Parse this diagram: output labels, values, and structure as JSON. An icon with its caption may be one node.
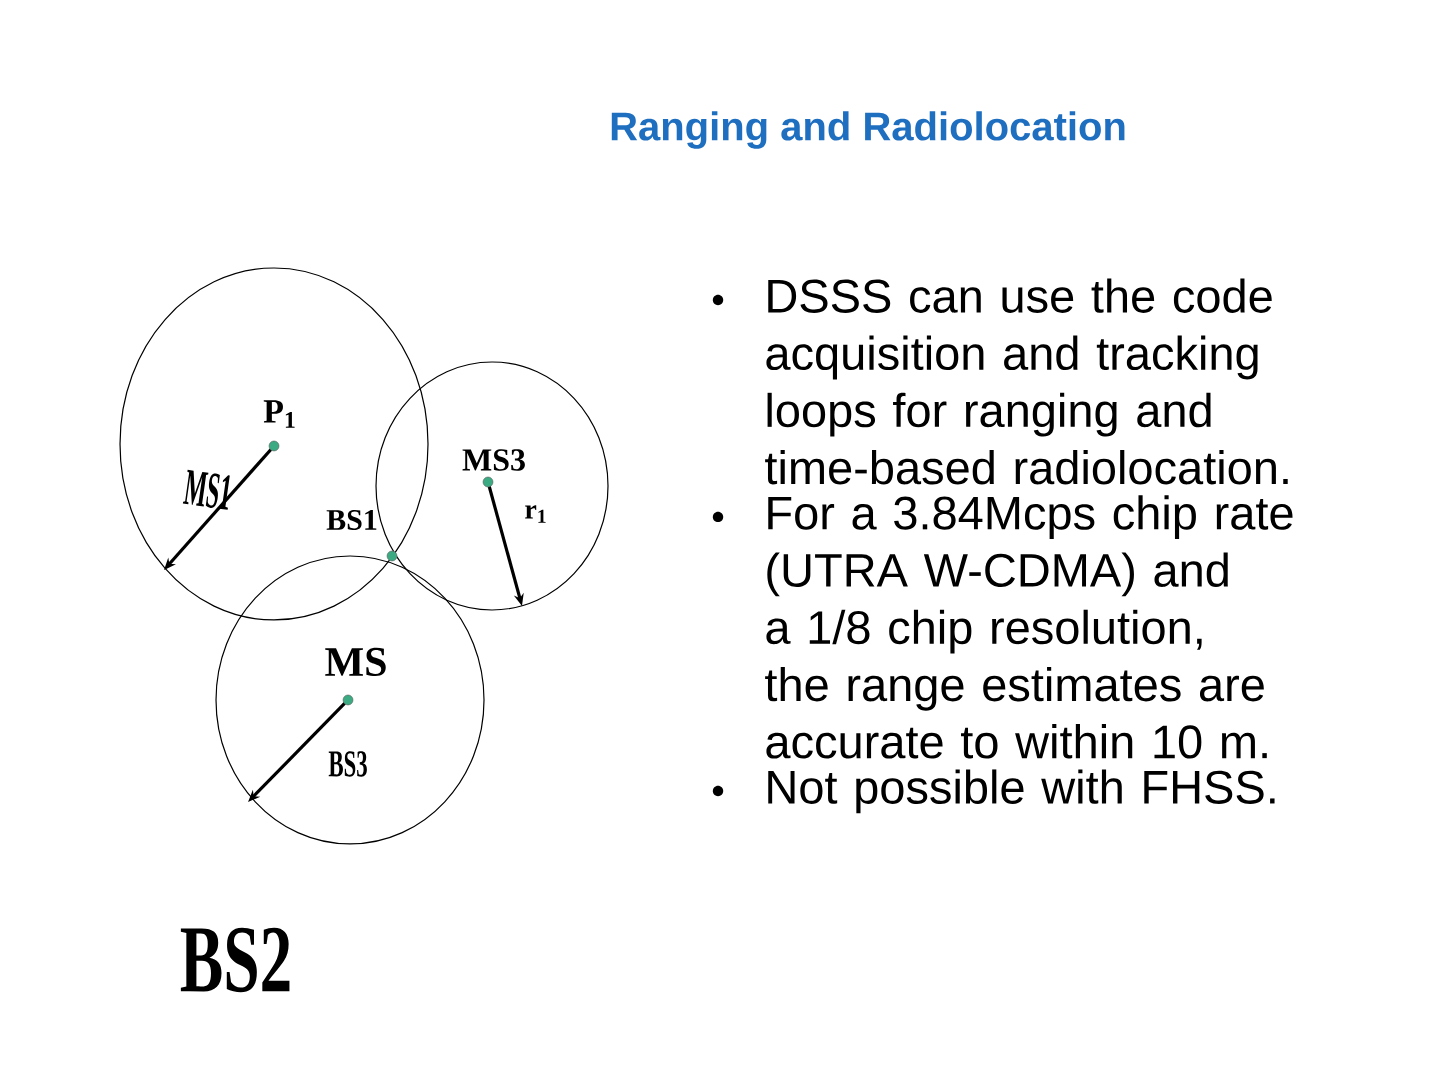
{
  "diagram": {
    "title": "Ranging and Radiolocation",
    "labels": [
      "P$_{1}$",
      "MS1",
      "MS3",
      "BS1",
      "r$_{1}$",
      "MS",
      "BS3",
      "BS2",
      "DSSS can use the code acquisition and tracking loops for ranging and time-based radiolocation.",
      "For a 3.84Mcps chip rate (UTRA W-CDMA) and a 1/8 chip resolution, the range estimates are accurate to within 10 m.",
      "Not possible with FHSS."
    ]
  }
}
